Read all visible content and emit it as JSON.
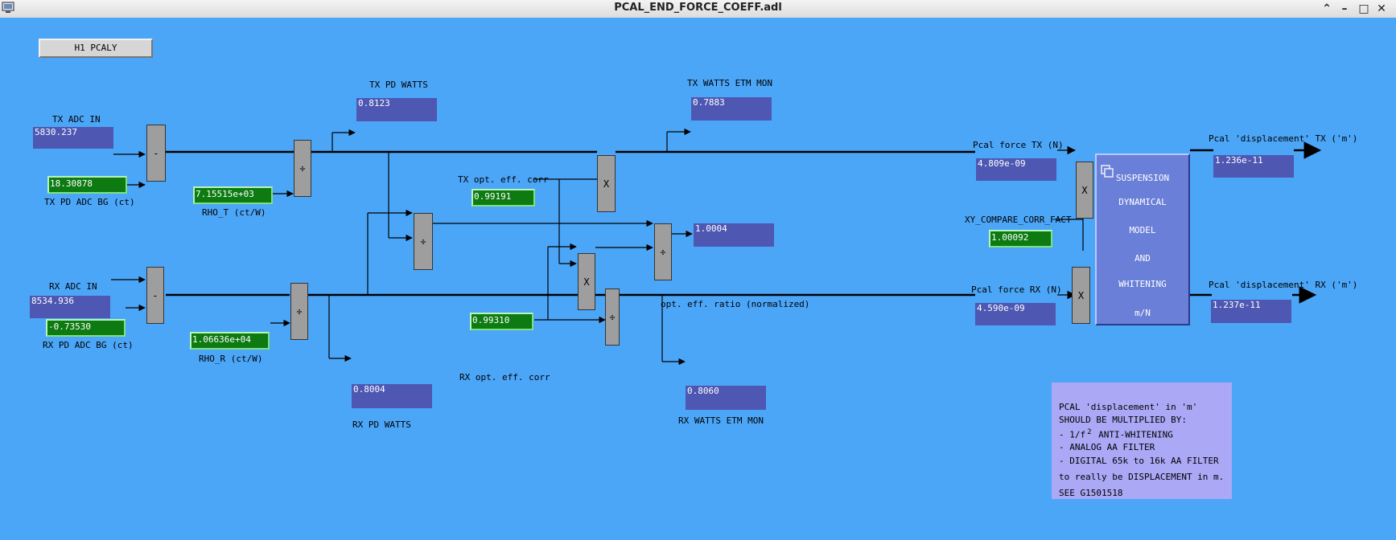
{
  "window": {
    "title": "PCAL_END_FORCE_COEFF.adl"
  },
  "top_button": "H1 PCALY",
  "tx": {
    "adc_label": "TX ADC IN",
    "adc_value": "5830.237",
    "bg_value": "18.30878",
    "bg_label": "TX PD ADC BG (ct)",
    "rho_value": "7.15515e+03",
    "rho_label": "RHO_T (ct/W)",
    "pd_watts_label": "TX PD WATTS",
    "pd_watts_value": "0.8123",
    "etm_label": "TX WATTS ETM MON",
    "etm_value": "0.7883",
    "opt_label": "TX opt. eff. corr",
    "opt_value": "0.99191",
    "force_label": "Pcal force TX (N)",
    "force_value": "4.809e-09",
    "disp_label": "Pcal 'displacement' TX ('m')",
    "disp_value": "1.236e-11"
  },
  "rx": {
    "adc_label": "RX ADC IN",
    "adc_value": "8534.936",
    "bg_value": "-0.73530",
    "bg_label": "RX PD ADC BG (ct)",
    "rho_value": "1.06636e+04",
    "rho_label": "RHO_R (ct/W)",
    "pd_watts_label": "RX PD WATTS",
    "pd_watts_value": "0.8004",
    "etm_label": "RX WATTS ETM MON",
    "etm_value": "0.8060",
    "opt_label": "RX opt. eff. corr",
    "opt_value": "0.99310",
    "force_label": "Pcal force RX (N)",
    "force_value": "4.590e-09",
    "disp_label": "Pcal 'displacement' RX ('m')",
    "disp_value": "1.237e-11"
  },
  "ratio": {
    "value": "1.0004",
    "label": "opt. eff. ratio (normalized)"
  },
  "xy_corr": {
    "label": "XY_COMPARE_CORR_FACT",
    "value": "1.00092"
  },
  "operators": {
    "minus": "-",
    "divide": "÷",
    "times": "X"
  },
  "suspension": {
    "lines": [
      "SUSPENSION",
      "DYNAMICAL",
      "MODEL",
      "AND",
      "WHITENING",
      "m/N"
    ]
  },
  "note": {
    "line1": "PCAL 'displacement' in 'm'",
    "line2": "SHOULD BE MULTIPLIED BY:",
    "line3a": "- 1/f",
    "line3sup": "2",
    "line3b": "ANTI-WHITENING",
    "line4": "- ANALOG AA FILTER",
    "line5": "- DIGITAL 65k to 16k AA FILTER",
    "line6": "to really be DISPLACEMENT in m.",
    "line7": "SEE G1501518"
  },
  "colors": {
    "background": "#4ca6f8",
    "monitor": "#4e57b2",
    "entry": "#0d7a12",
    "operator": "#9e9e9e",
    "suspension": "#6a7fd8",
    "note": "#aba8f6"
  }
}
